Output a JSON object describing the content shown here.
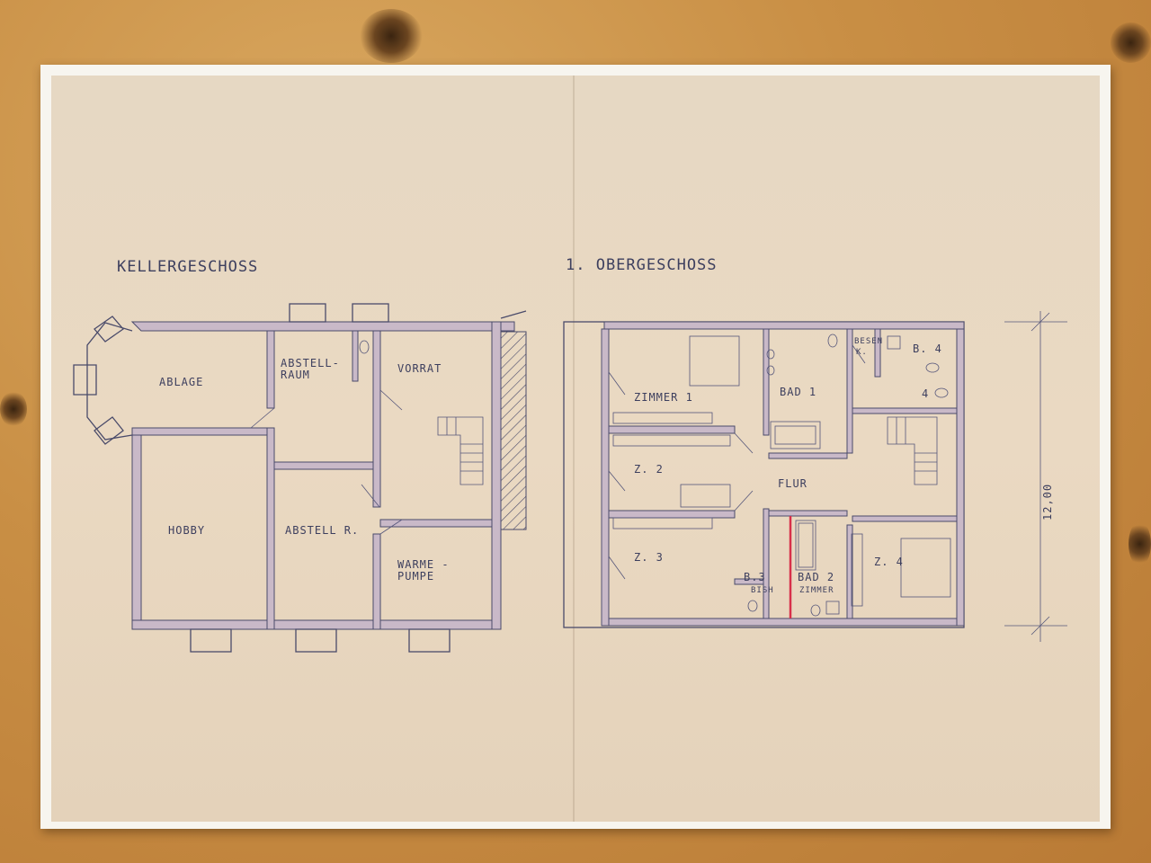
{
  "plan_left": {
    "title": "KELLERGESCHOSS",
    "rooms": {
      "ablage": "ABLAGE",
      "abstellraum_1": "ABSTELL-",
      "abstellraum_2": "RAUM",
      "vorrat": "VORRAT",
      "hobby": "HOBBY",
      "abstell_r": "ABSTELL R.",
      "waerme_1": "WARME -",
      "waerme_2": "PUMPE"
    }
  },
  "plan_right": {
    "title": "1. OBERGESCHOSS",
    "rooms": {
      "zimmer1": "ZIMMER 1",
      "bad1": "BAD 1",
      "besen_1": "BESEN",
      "besen_2": "K.",
      "b4": "B. 4",
      "four": "4",
      "z2": "Z. 2",
      "flur": "FLUR",
      "z3": "Z. 3",
      "b3": "B.3",
      "bish": "BISH",
      "bad2": "BAD 2",
      "zimmer_small": "ZIMMER",
      "z4": "Z. 4"
    },
    "dimension": "12,00"
  },
  "colors": {
    "ink": "#4a4b6a",
    "paper": "#e8d7c0",
    "accent_line": "#d8304a"
  }
}
